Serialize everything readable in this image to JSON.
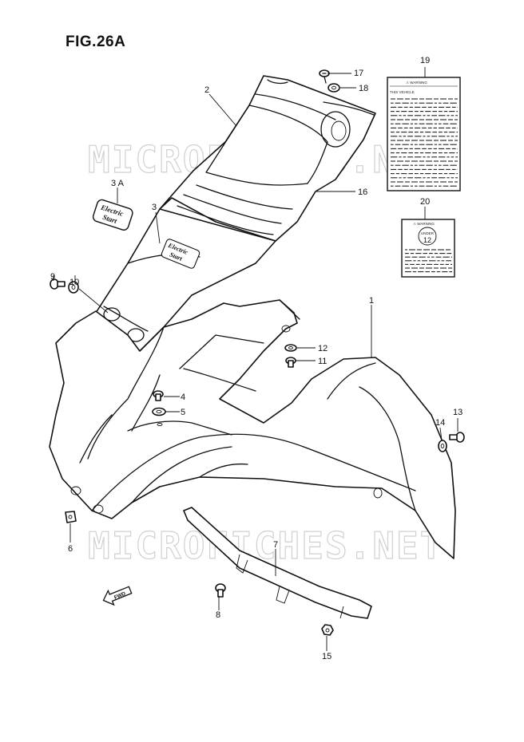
{
  "figure": {
    "title": "FIG.26A"
  },
  "watermark": {
    "text": "MICROFICHES.NET",
    "color": "#d0d0d0"
  },
  "callouts": {
    "c1": "1",
    "c2": "2",
    "c3": "3",
    "c3a": "3 A",
    "c4": "4",
    "c5": "5",
    "c6": "6",
    "c7": "7",
    "c8": "8",
    "c9": "9",
    "c10": "10",
    "c11": "11",
    "c12": "12",
    "c13": "13",
    "c14": "14",
    "c15": "15",
    "c16": "16",
    "c17": "17",
    "c18": "18",
    "c19": "19",
    "c20": "20"
  },
  "labels": {
    "warning_19": "⚠ WARNING",
    "vehicle_19": "THIS VEHICLE",
    "warning_20": "⚠ WARNING",
    "under_20": "UNDER",
    "age_20": "12",
    "emblem_3a_line1": "Electric",
    "emblem_3a_line2": "Start",
    "emblem_3_line1": "Electric",
    "emblem_3_line2": "Start",
    "fwd": "FWD"
  },
  "icons": {
    "fwd_arrow": "left-arrow-icon"
  }
}
